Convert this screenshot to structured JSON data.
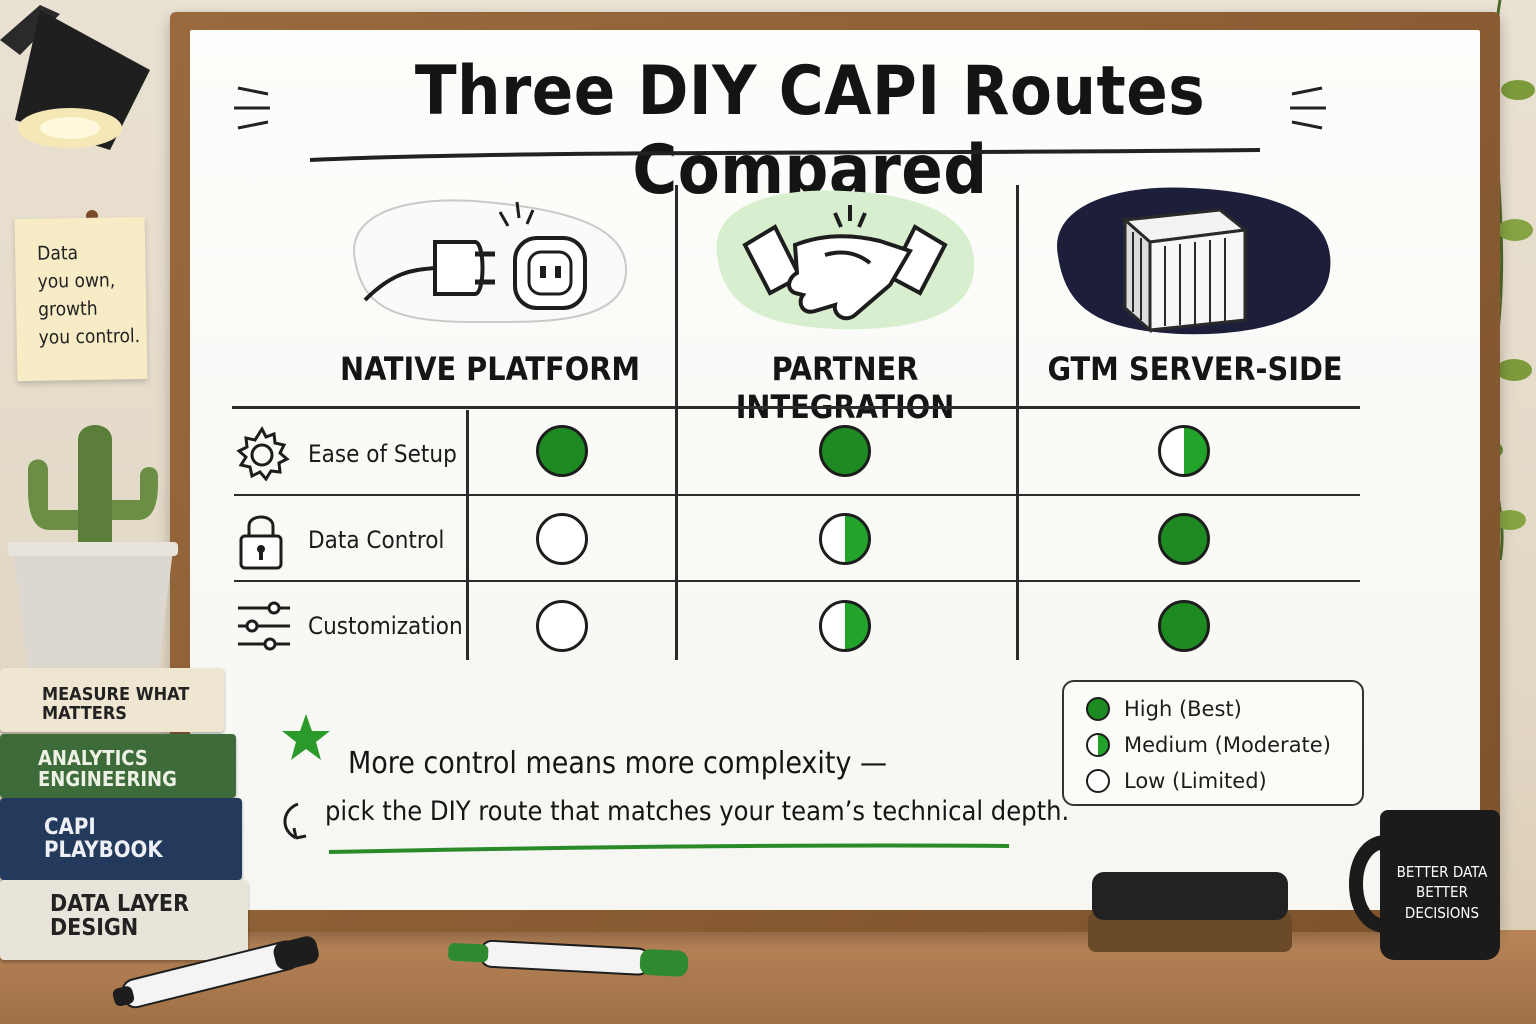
{
  "title": "Three DIY CAPI Routes Compared",
  "columns": [
    {
      "label": "NATIVE PLATFORM",
      "icon": "plug-socket-icon"
    },
    {
      "label": "PARTNER INTEGRATION",
      "icon": "handshake-icon"
    },
    {
      "label": "GTM SERVER-SIDE",
      "icon": "server-container-icon"
    }
  ],
  "rows": [
    {
      "label": "Ease of Setup",
      "icon": "gear-icon",
      "ratings": [
        "High",
        "High",
        "Medium"
      ]
    },
    {
      "label": "Data Control",
      "icon": "lock-icon",
      "ratings": [
        "Low",
        "Medium",
        "High"
      ]
    },
    {
      "label": "Customization",
      "icon": "sliders-icon",
      "ratings": [
        "Low",
        "Medium",
        "High"
      ]
    }
  ],
  "legend": [
    {
      "key": "High",
      "label": "High (Best)"
    },
    {
      "key": "Medium",
      "label": "Medium (Moderate)"
    },
    {
      "key": "Low",
      "label": "Low (Limited)"
    }
  ],
  "note": {
    "line1": "More control means more complexity —",
    "line2": "pick the DIY route that matches your team’s technical depth."
  },
  "sticky_note": [
    "Data",
    "you own,",
    "growth",
    "you control."
  ],
  "books": [
    "MEASURE WHAT MATTERS",
    "ANALYTICS ENGINEERING",
    "CAPI PLAYBOOK",
    "DATA LAYER DESIGN"
  ],
  "mug_text": [
    "BETTER DATA",
    "BETTER DECISIONS"
  ],
  "colors": {
    "high": "#1e8a22",
    "medium_fill": "#22a32a",
    "partner_bg": "#d8efcf",
    "server_bg": "#1d1f3a",
    "accent_underline": "#2a8a2a"
  }
}
